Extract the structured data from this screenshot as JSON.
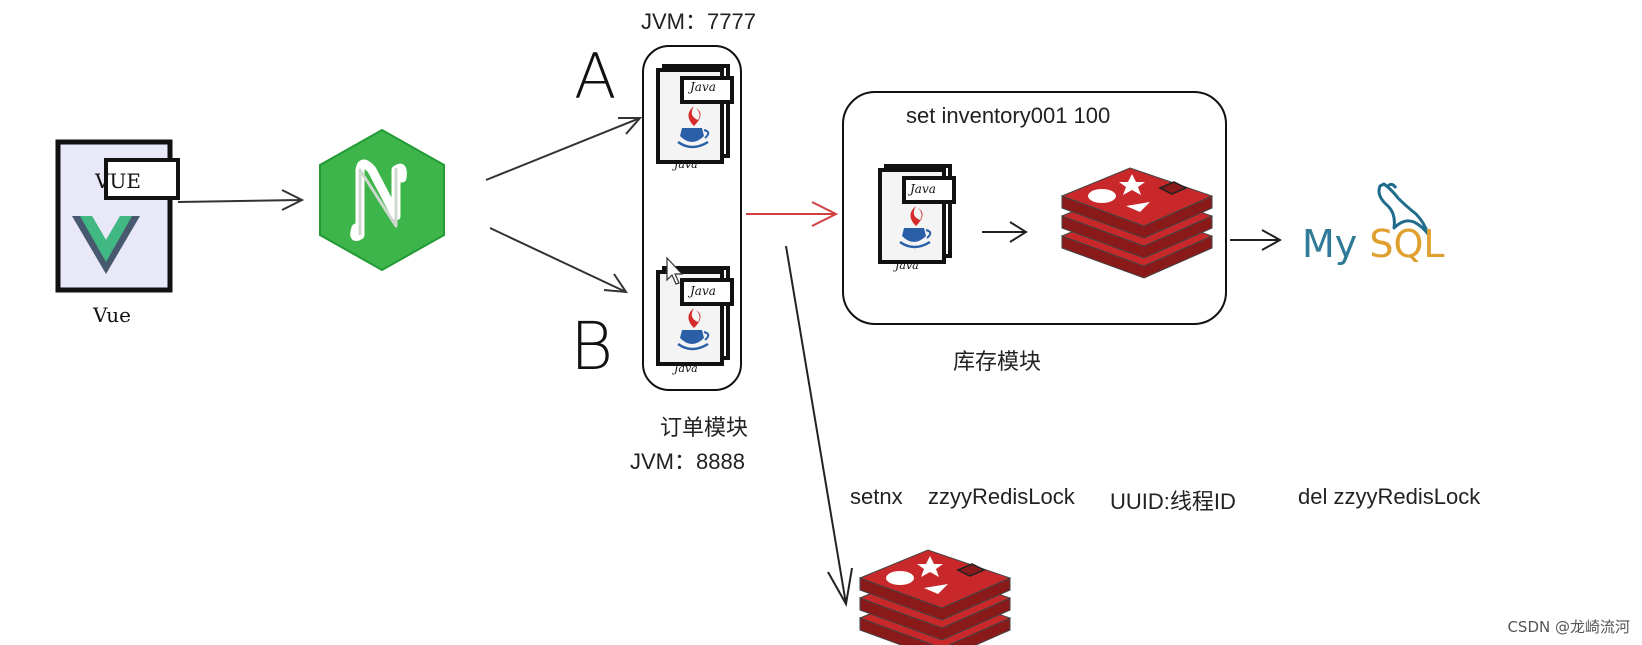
{
  "vue": {
    "tag": "VUE",
    "caption": "Vue",
    "icon": "vue-logo-icon"
  },
  "nginx": {
    "letter": "N",
    "color": "#3db54a",
    "icon": "nginx-icon"
  },
  "order_module": {
    "jvm_top": "JVM：7777",
    "server_a": "A",
    "server_b": "B",
    "java_tag": "Java",
    "java_label": "Java",
    "caption": "订单模块",
    "jvm_bottom": "JVM：8888"
  },
  "inventory_module": {
    "command": "set inventory001 100",
    "caption": "库存模块",
    "java_tag": "Java",
    "java_label": "Java"
  },
  "mysql": {
    "label_my": "MySQL",
    "color_my": "#2f7a96",
    "color_sql": "#e0a030"
  },
  "lock": {
    "setnx": "setnx",
    "key": "zzyyRedisLock",
    "value": "UUID:线程ID",
    "del": "del zzyyRedisLock"
  },
  "colors": {
    "redis_red": "#c8282a",
    "redis_dark": "#8a1a1a",
    "arrow_red": "#d04040",
    "vue_bg": "#e8e8f8"
  },
  "watermark": "CSDN @龙崎流河"
}
